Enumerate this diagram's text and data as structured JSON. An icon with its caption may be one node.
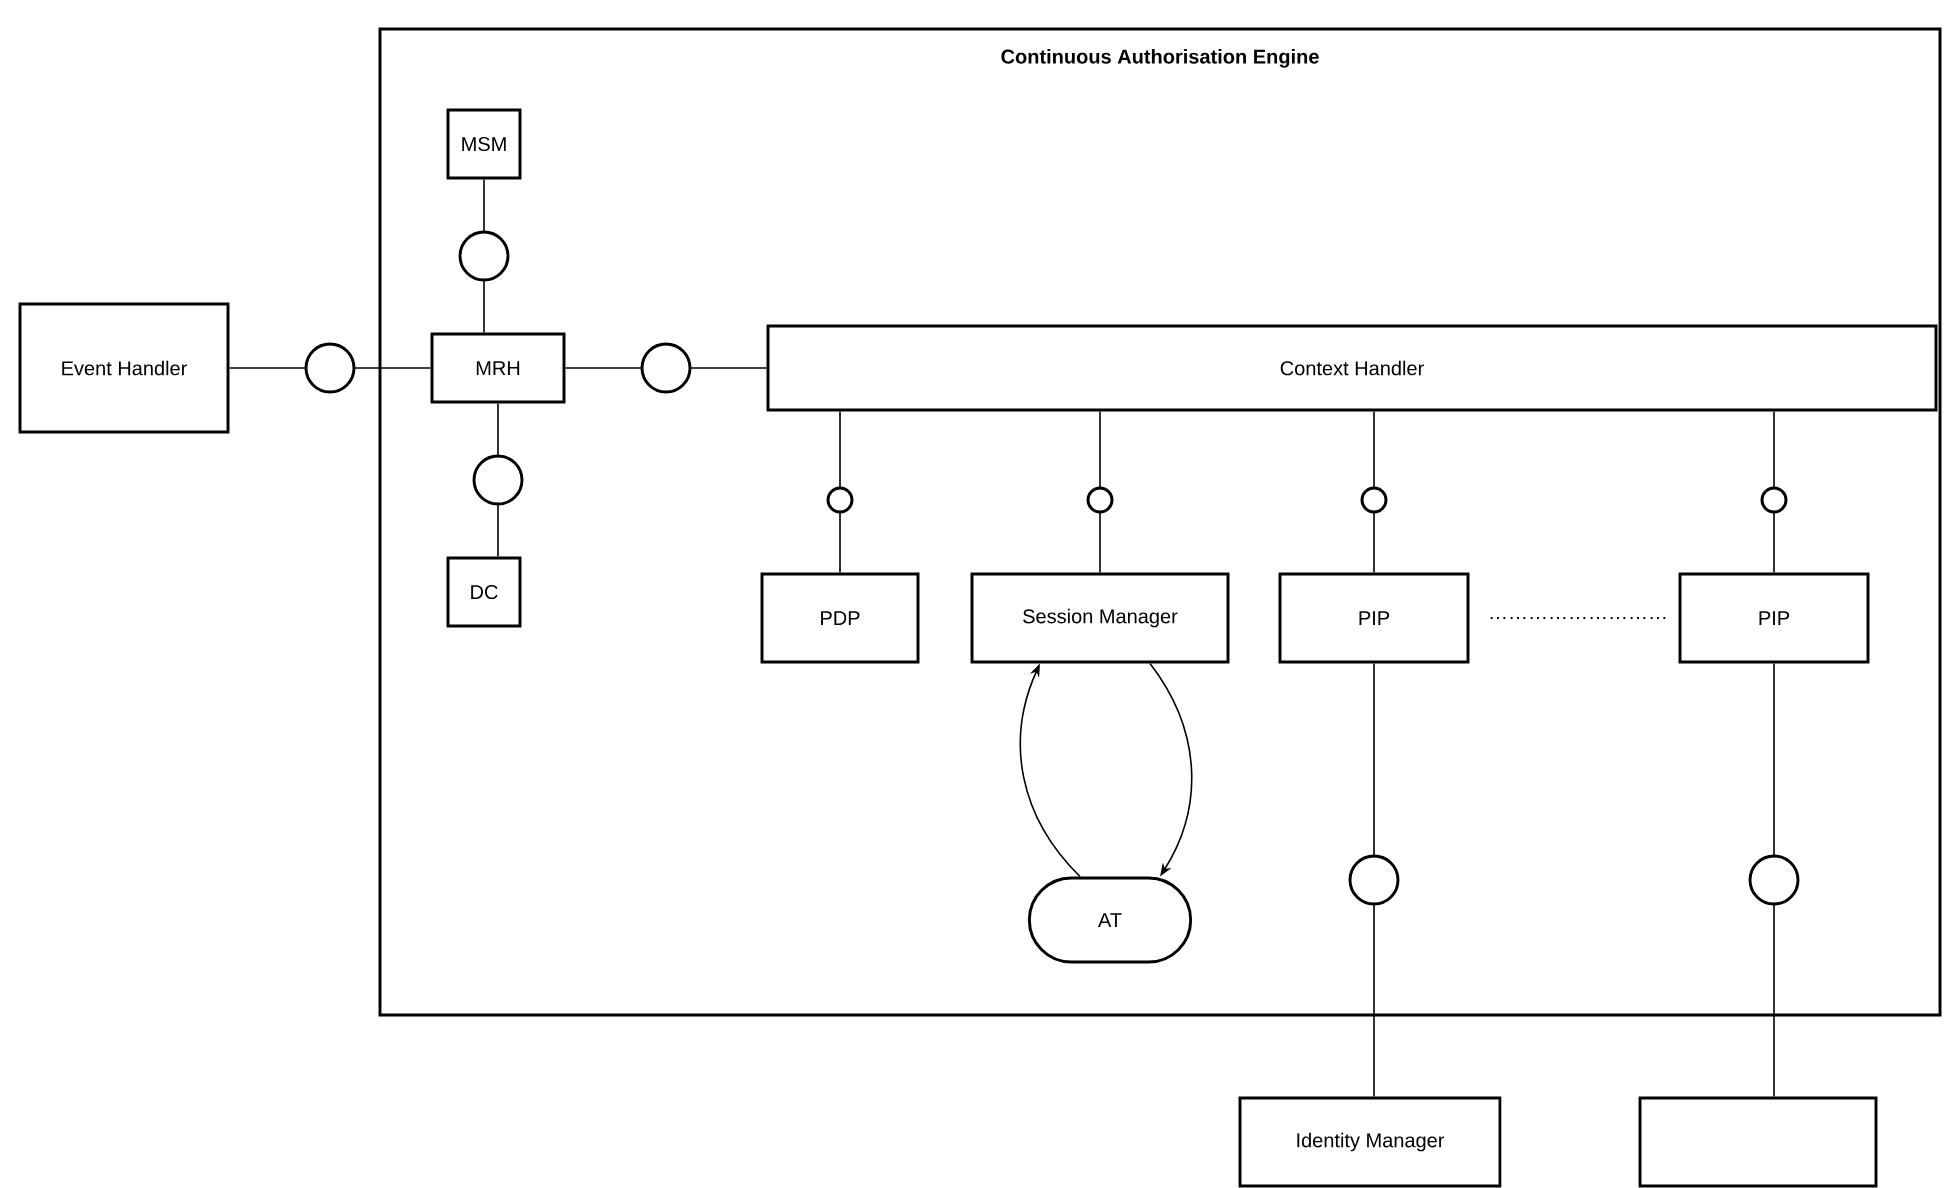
{
  "diagram": {
    "nodes": [
      {
        "text": [
          "Continuous Authorisation Engine"
        ]
      },
      {
        "text": [
          "MSM"
        ],
        "in": 0
      },
      {
        "text": [
          "MRH"
        ],
        "in": 0
      },
      {
        "text": [
          "DC"
        ],
        "in": 0
      },
      {
        "text": [
          "Event Handler"
        ]
      },
      {
        "text": [
          "Context Handler"
        ],
        "in": 0
      },
      {
        "text": [
          "PDP"
        ],
        "in": 0
      },
      {
        "text": [
          "Session Manager"
        ],
        "in": 0
      },
      {
        "text": [
          "PIP"
        ],
        "in": 0
      },
      {
        "text": [
          "PIP"
        ],
        "in": 0
      },
      {
        "text": [
          "AT"
        ],
        "in": 0
      },
      {
        "text": [
          "Identity Manager"
        ]
      },
      {
        "text": [],
        "shape": "box"
      }
    ],
    "edges": [
      {
        "from": 4,
        "to": 2,
        "arrow": "none"
      },
      {
        "from": 1,
        "to": 2,
        "arrow": "none"
      },
      {
        "from": 2,
        "to": 3,
        "arrow": "none"
      },
      {
        "from": 2,
        "to": 5,
        "arrow": "none"
      },
      {
        "from": 5,
        "to": 6,
        "arrow": "none"
      },
      {
        "from": 5,
        "to": 7,
        "arrow": "none"
      },
      {
        "from": 5,
        "to": 8,
        "arrow": "none"
      },
      {
        "from": 5,
        "to": 9,
        "arrow": "none"
      },
      {
        "from": 7,
        "to": 10,
        "arrow": "to"
      },
      {
        "from": 10,
        "to": 7,
        "arrow": "to"
      },
      {
        "from": 8,
        "to": 11,
        "arrow": "none"
      },
      {
        "from": 9,
        "to": 12,
        "arrow": "none"
      }
    ],
    "labels": [
      "………………………"
    ]
  }
}
